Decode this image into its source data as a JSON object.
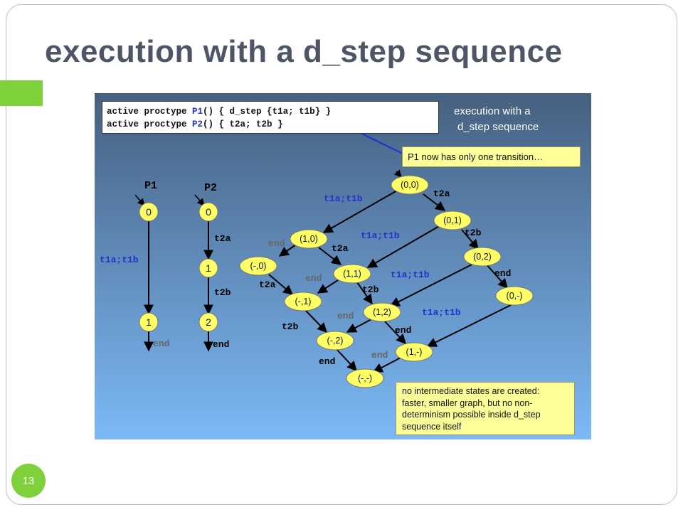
{
  "slide": {
    "title": "execution with a d_step sequence",
    "page_number": "13"
  },
  "code": {
    "line1": {
      "pre": "active proctype ",
      "name": "P1",
      "post": "() { d_step {t1a; t1b} }"
    },
    "line2": {
      "pre": "active proctype ",
      "name": "P2",
      "post": "() { t2a; t2b }"
    }
  },
  "heading": {
    "line1": "execution with a",
    "line2": "d_step sequence"
  },
  "callout": "P1 now has only one transition…",
  "note": {
    "line1": "no intermediate states are created:",
    "line2": "faster, smaller graph, but no non-",
    "line3": "determinism possible inside d_step",
    "line4": "sequence itself"
  },
  "p1": {
    "label": "P1",
    "states": [
      "0",
      "1"
    ],
    "transition": "t1a;t1b",
    "end_label": "end"
  },
  "p2": {
    "label": "P2",
    "states": [
      "0",
      "1",
      "2"
    ],
    "transitions": [
      "t2a",
      "t2b"
    ],
    "end_label": "end"
  },
  "graph": {
    "states": {
      "s00": "(0,0)",
      "s01": "(0,1)",
      "s10": "(1,0)",
      "s02": "(0,2)",
      "sm0": "(-,0)",
      "s11": "(1,1)",
      "s0m": "(0,-)",
      "sm1": "(-,1)",
      "s12": "(1,2)",
      "sm2": "(-,2)",
      "s1m": "(1,-)",
      "smm": "(-,-)"
    },
    "edge_labels": {
      "e1": "t1a;t1b",
      "e2": "t2a",
      "e3": "t2b",
      "e4": "t1a;t1b",
      "e5": "end",
      "e6": "t2a",
      "e7": "end",
      "e8": "t1a;t1b",
      "e9": "end",
      "e10": "t2a",
      "e11": "t2b",
      "e12": "end",
      "e13": "t1a;t1b",
      "e14": "t2b",
      "e15": "end",
      "e16": "end",
      "e17": "end"
    }
  },
  "colors": {
    "bg_top": "#46607f",
    "bg_bottom": "#7cb9f7",
    "state_fill": "#ffff66",
    "accent_green": "#7fd13b",
    "label_blue": "#2233cc",
    "label_gray": "#666666"
  }
}
